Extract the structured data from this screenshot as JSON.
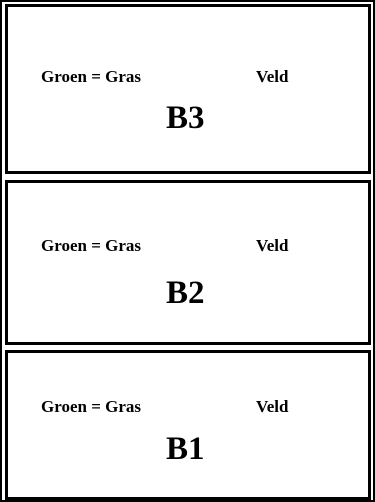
{
  "cards": [
    {
      "left_text": "Groen = Gras",
      "right_text": "Veld",
      "code": "B3"
    },
    {
      "left_text": "Groen = Gras",
      "right_text": "Veld",
      "code": "B2"
    },
    {
      "left_text": "Groen = Gras",
      "right_text": "Veld",
      "code": "B1"
    }
  ]
}
